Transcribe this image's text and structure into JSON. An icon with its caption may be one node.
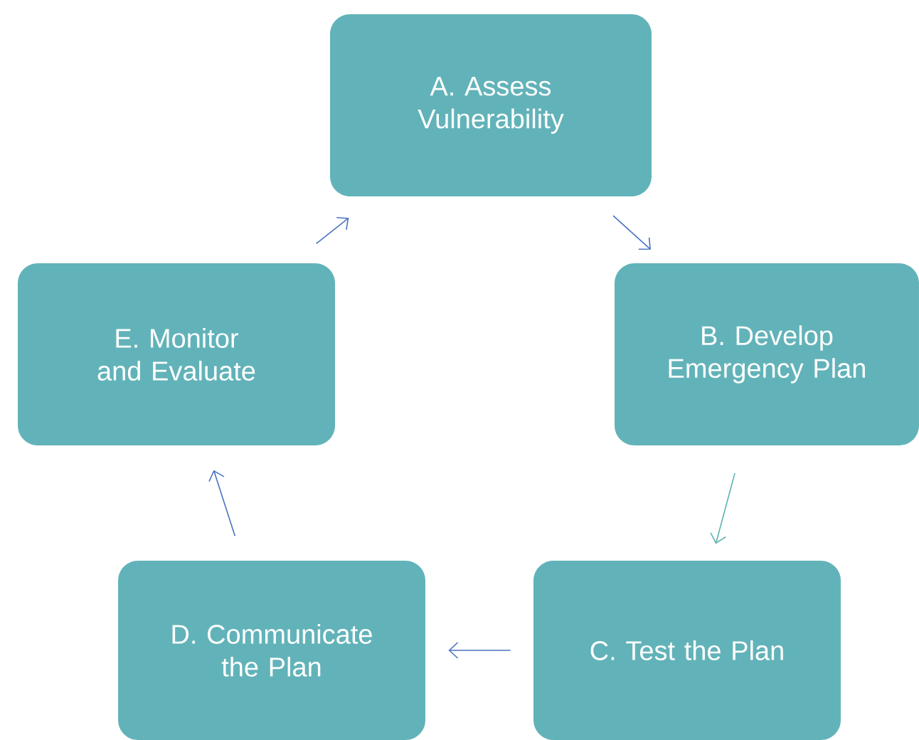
{
  "diagram": {
    "nodes": [
      {
        "text": [
          "A. Assess Vulnerability"
        ]
      },
      {
        "text": [
          "B. Develop Emergency Plan"
        ]
      },
      {
        "text": [
          "C. Test the Plan"
        ]
      },
      {
        "text": [
          "D. Communicate the Plan"
        ]
      },
      {
        "text": [
          "E. Monitor and Evaluate"
        ]
      }
    ],
    "edges": [
      {
        "from": 0,
        "to": 1,
        "arrow": "to"
      },
      {
        "from": 1,
        "to": 2,
        "arrow": "to",
        "color": "#5fb3b3"
      },
      {
        "from": 2,
        "to": 3,
        "arrow": "to"
      },
      {
        "from": 3,
        "to": 4,
        "arrow": "to"
      },
      {
        "from": 4,
        "to": 0,
        "arrow": "to"
      }
    ]
  }
}
